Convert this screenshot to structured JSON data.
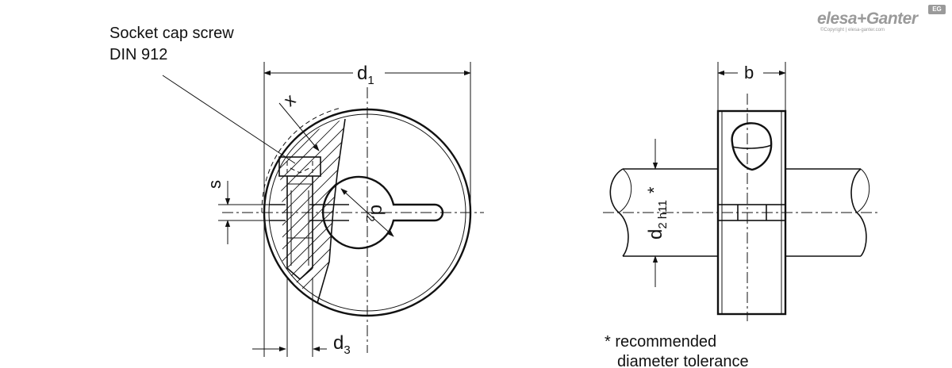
{
  "labels": {
    "screw_line1": "Socket cap screw",
    "screw_line2": "DIN 912",
    "d1": "d",
    "d1_sub": "1",
    "d2": "d",
    "d2_sub": "2",
    "d3": "d",
    "d3_sub": "3",
    "x": "x",
    "s": "s",
    "b": "b",
    "d2_right": "d",
    "d2_right_sub": "2 h11",
    "asterisk": "*",
    "note_line1": "* recommended",
    "note_line2": "diameter tolerance"
  },
  "brand": {
    "name": "elesa+Ganter",
    "copyright": "©Copyright | elesa-ganter.com",
    "badge": "EG"
  }
}
